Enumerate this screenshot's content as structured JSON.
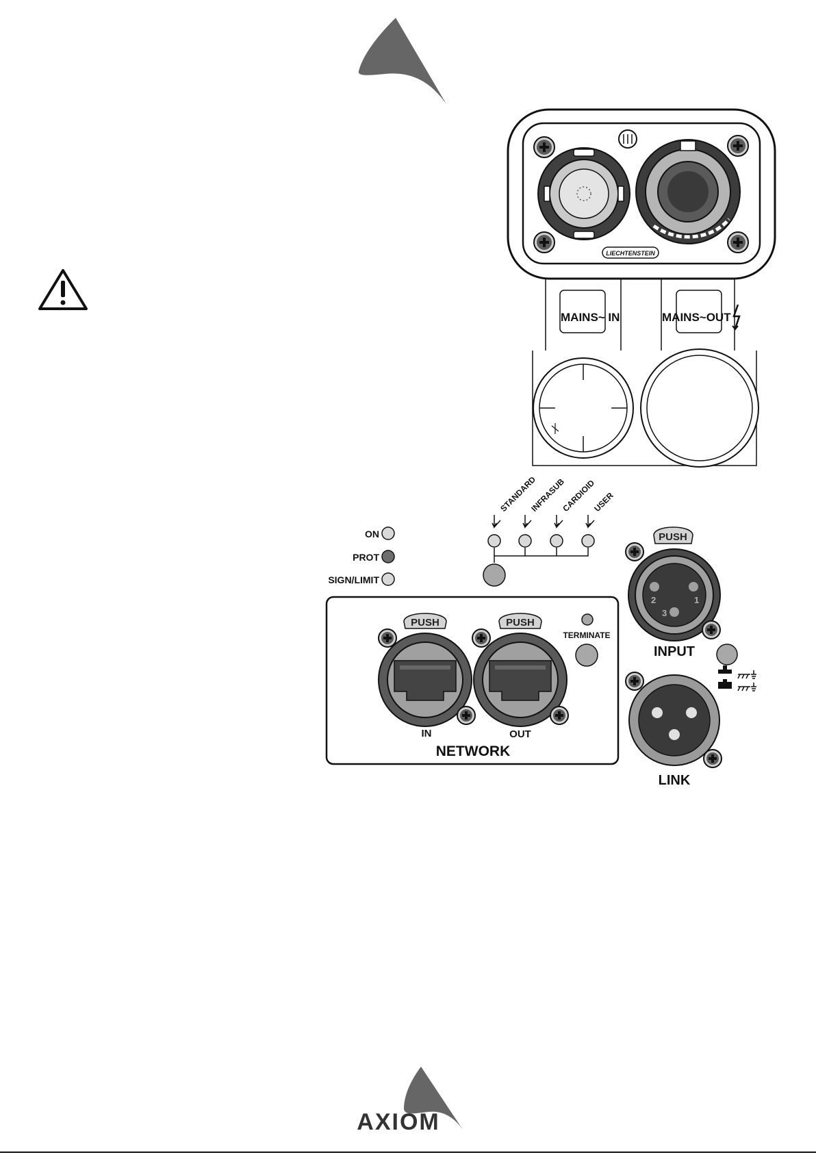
{
  "brand": {
    "name": "AXIOM"
  },
  "mains_panel": {
    "badge": "LIECHTENSTEIN",
    "mains_in_label": "MAINS~ IN",
    "mains_out_label": "MAINS~OUT"
  },
  "leds": [
    {
      "label": "ON",
      "state": "off"
    },
    {
      "label": "PROT",
      "state": "on"
    },
    {
      "label": "SIGN/LIMIT",
      "state": "off"
    }
  ],
  "presets": [
    "STANDARD",
    "INFRASUB",
    "CARDIOID",
    "USER"
  ],
  "network": {
    "title": "NETWORK",
    "in_label": "IN",
    "out_label": "OUT",
    "push_label": "PUSH",
    "terminate_label": "TERMINATE"
  },
  "input": {
    "label": "INPUT",
    "push_label": "PUSH",
    "pins": [
      "2",
      "3",
      "1"
    ]
  },
  "link": {
    "label": "LINK"
  },
  "colors": {
    "led_on": "#6e6e6e",
    "led_off": "#d9d9d9",
    "connector_dark": "#3c3c3c",
    "connector_grey": "#9a9a9a"
  }
}
